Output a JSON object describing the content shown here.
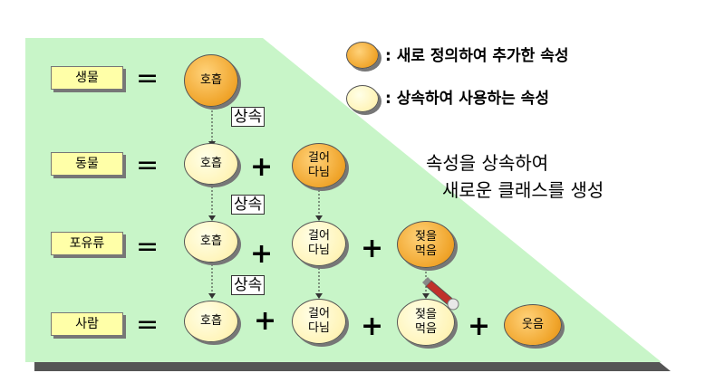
{
  "legend": {
    "new_attr": ": 새로 정의하여 추가한 속성",
    "inherited_attr": ": 상속하여 사용하는 속성"
  },
  "note": {
    "line1": "속성을 상속하여",
    "line2": "새로운 클래스를 생성"
  },
  "classes": {
    "c1": "생물",
    "c2": "동물",
    "c3": "포유류",
    "c4": "사람"
  },
  "symbols": {
    "equals": "=",
    "plus": "+"
  },
  "attributes": {
    "breathe": "호흡",
    "walk": "걸어\n다님",
    "nurse": "젖을\n먹음",
    "laugh": "웃음"
  },
  "inherit_label": "상속",
  "colors": {
    "panel": "#c8f5c8",
    "new_attr": "#f0a42a",
    "inherited_attr": "#fff4b8",
    "class_label": "#ffffa8"
  }
}
